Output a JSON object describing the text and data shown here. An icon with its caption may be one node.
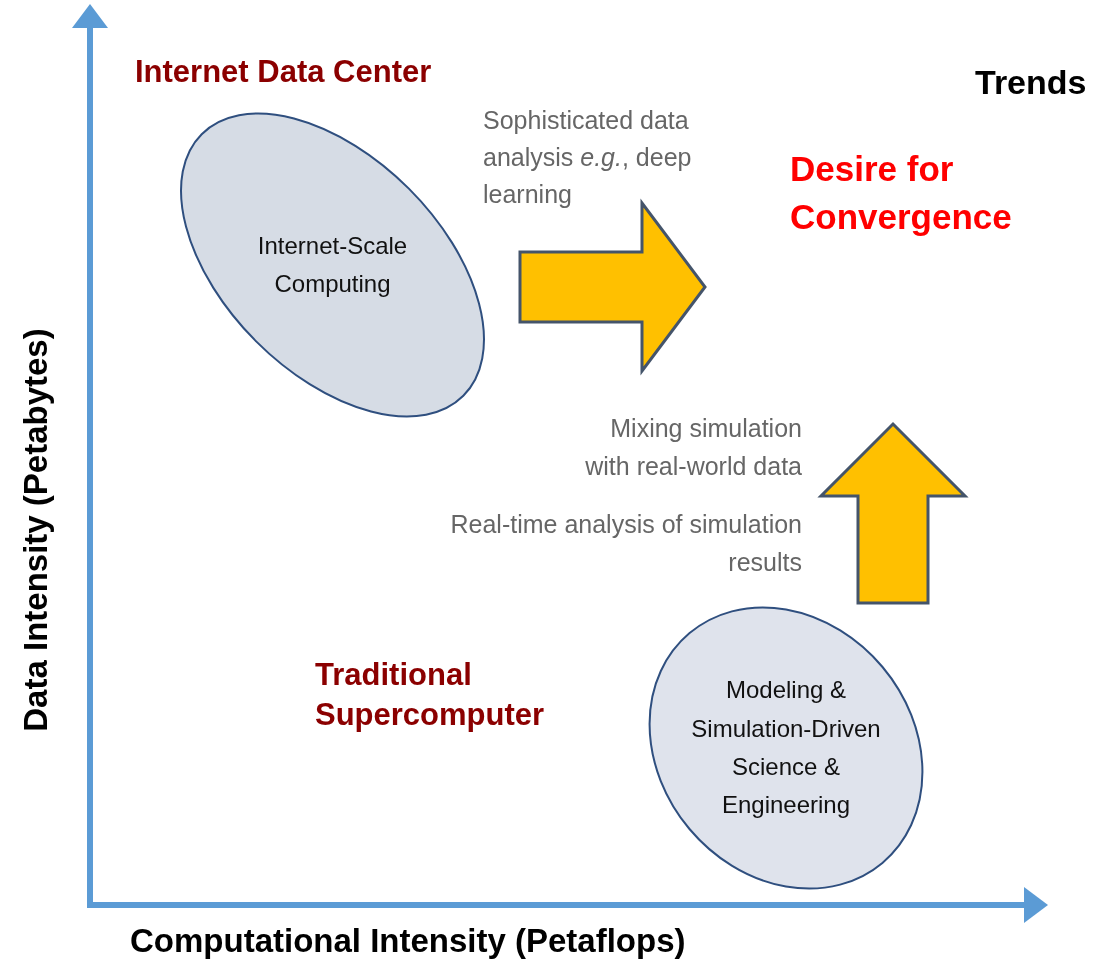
{
  "diagram": {
    "nodes": [
      {
        "text": [
          "Internet-Scale Computing"
        ]
      },
      {
        "text": [
          "Modeling & Simulation-Driven Science & Engineering"
        ]
      },
      {
        "text": [
          "Desire for Convergence"
        ]
      }
    ],
    "edges": [
      {
        "from": 0,
        "to": 2,
        "arrow": "to",
        "style": "thick",
        "color": "#ffc000",
        "label": "Sophisticated data analysis *e.g.*, deep learning"
      },
      {
        "from": 1,
        "to": null,
        "arrow": "to",
        "style": "thick",
        "color": "#ffc000"
      }
    ],
    "labels": [
      "Internet Data Center",
      "Trends",
      "Mixing simulation with real-world data",
      "Real-time analysis of simulation results",
      "Traditional Supercomputer",
      "Data Intensity (Petabytes)",
      "Computational Intensity (Petaflops)"
    ]
  }
}
